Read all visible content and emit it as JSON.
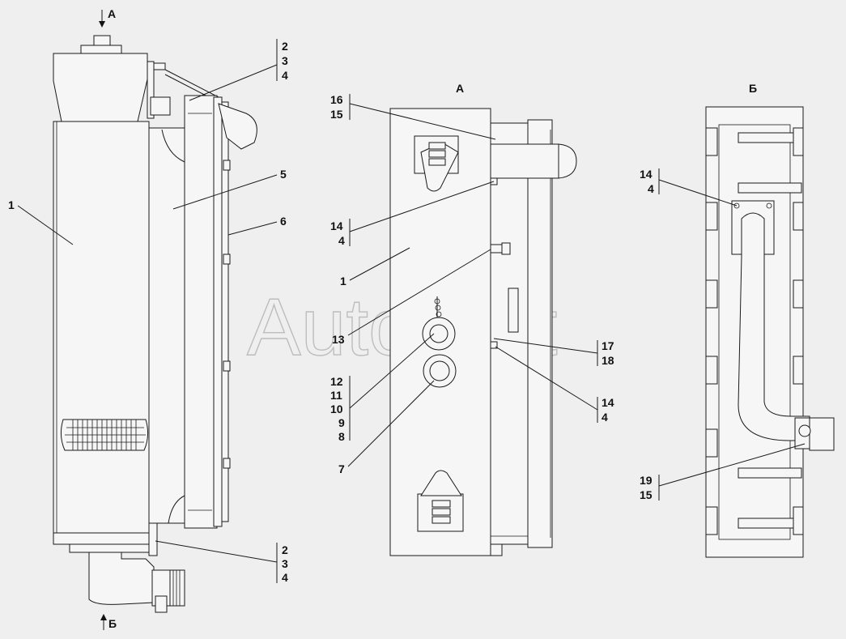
{
  "watermark": "AutoSoft",
  "views": {
    "view_a_title": "А",
    "view_b_title": "Б",
    "arrow_a": "А",
    "arrow_b": "Б"
  },
  "callouts": {
    "left": {
      "c1": "1",
      "c5": "5",
      "c6": "6",
      "stack_top": [
        "2",
        "3",
        "4"
      ],
      "stack_bottom": [
        "2",
        "3",
        "4"
      ]
    },
    "middle": {
      "s16_15": [
        "16",
        "15"
      ],
      "s14_4a": [
        "14",
        "4"
      ],
      "c1": "1",
      "c13": "13",
      "s17_18": [
        "17",
        "18"
      ],
      "s14_4b": [
        "14",
        "4"
      ],
      "s12_8": [
        "12",
        "11",
        "10",
        "9",
        "8"
      ],
      "c7": "7"
    },
    "right": {
      "s14_4": [
        "14",
        "4"
      ],
      "s19_15": [
        "19",
        "15"
      ]
    }
  }
}
